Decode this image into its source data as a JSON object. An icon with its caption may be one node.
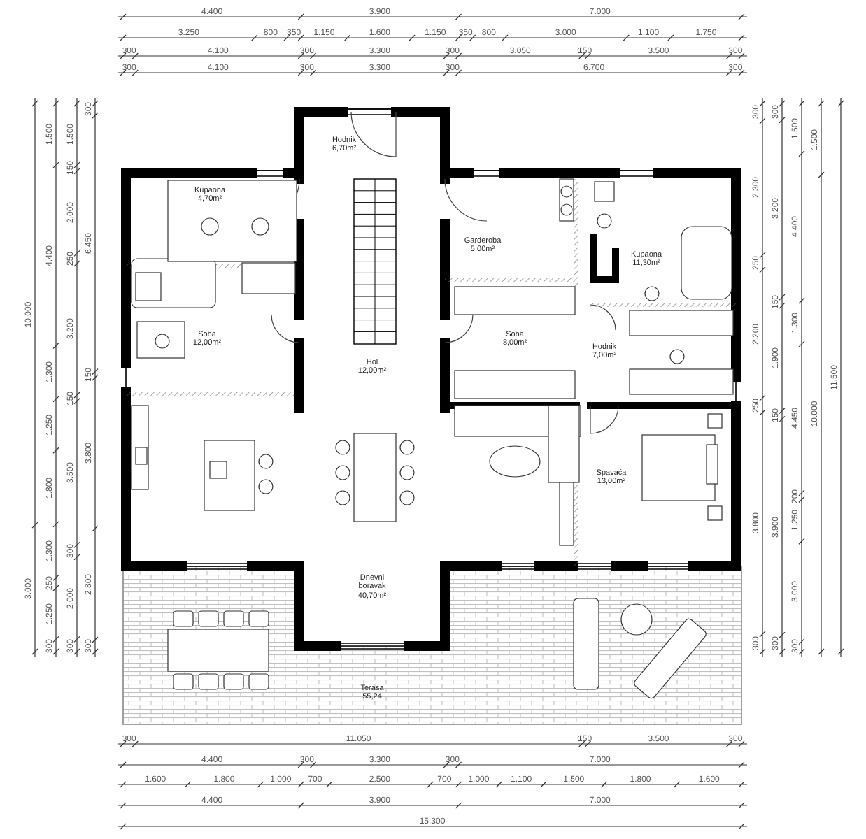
{
  "diagram": {
    "labels": [
      "4.400",
      "3.900",
      "7.000",
      "3.250",
      "800",
      "350",
      "1.150",
      "1.600",
      "1.150",
      "350",
      "800",
      "3.000",
      "1.100",
      "1.750",
      "300",
      "4.100",
      "300",
      "3.300",
      "300",
      "3.050",
      "150",
      "3.500",
      "300",
      "300",
      "4.100",
      "300",
      "3.300",
      "300",
      "6.700",
      "300",
      "10.000",
      "3.000",
      "1.500",
      "4.400",
      "1.300",
      "1.250",
      "1.800",
      "1.300",
      "250",
      "1.250",
      "300",
      "1.500",
      "150",
      "2.000",
      "250",
      "3.200",
      "150",
      "3.500",
      "300",
      "2.000",
      "300",
      "300",
      "6.450",
      "150",
      "3.800",
      "2.800",
      "300",
      "Hodnik 6,70m²",
      "Kupaona 4,70m²",
      "Garderoba 5,00m²",
      "Kupaona 11,30m²",
      "Soba 12,00m²",
      "Hol 12,00m²",
      "Soba 8,00m²",
      "Hodnik 7,00m²",
      "Spavaća 13,00m²",
      "Dnevni boravak 40,70m²",
      "Terasa 55,24",
      "300",
      "2.300",
      "250",
      "2.200",
      "250",
      "3.800",
      "300",
      "300",
      "3.200",
      "150",
      "1.900",
      "150",
      "3.900",
      "300",
      "1.500",
      "4.400",
      "1.300",
      "4.450",
      "200",
      "1.250",
      "3.000",
      "300",
      "1.500",
      "10.000",
      "11.500",
      "300",
      "11.050",
      "150",
      "3.500",
      "300",
      "4.400",
      "300",
      "3.300",
      "300",
      "7.000",
      "1.600",
      "1.800",
      "1.000",
      "700",
      "2.500",
      "700",
      "1.000",
      "1.100",
      "1.500",
      "1.800",
      "1.600",
      "4.400",
      "3.900",
      "7.000",
      "15.300"
    ]
  }
}
